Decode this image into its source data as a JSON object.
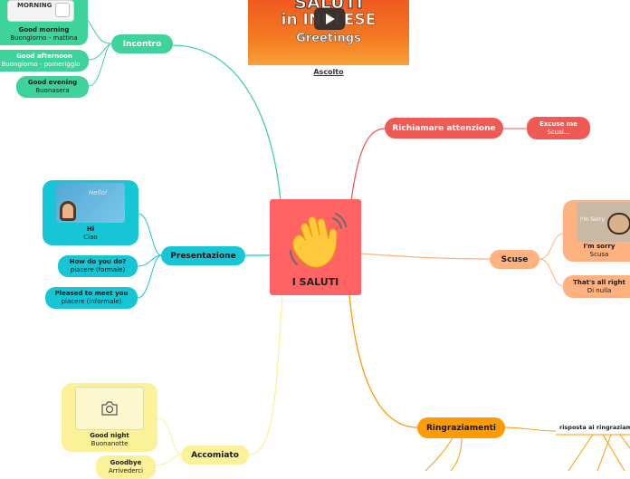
{
  "center": {
    "title": "I SALUTI",
    "icon": "waving-hand-icon"
  },
  "video": {
    "title_line1": "SALUTI",
    "title_line2": "in INGLESE",
    "title_line3": "Greetings",
    "caption": "Ascolto"
  },
  "branches": {
    "incontro": {
      "label": "Incontro",
      "items": [
        {
          "en": "Good morning",
          "it": "Buongiorno - mattina",
          "image_text": "MORNING"
        },
        {
          "en": "Good afternoon",
          "it": "Buongiorno - pomeriggio"
        },
        {
          "en": "Good evening",
          "it": "Buonasera"
        }
      ]
    },
    "presentazione": {
      "label": "Presentazione",
      "items": [
        {
          "en": "Hi",
          "it": "Ciao",
          "image_text": "Hello!"
        },
        {
          "en": "How do you do?",
          "it": "piacere (formale)"
        },
        {
          "en": "Pleased to meet you",
          "it": "piacere (informale)"
        }
      ]
    },
    "accomiato": {
      "label": "Accomiato",
      "items": [
        {
          "en": "Good night",
          "it": "Buonanotte",
          "icon": "camera-icon"
        },
        {
          "en": "Goodbye",
          "it": "Arrivederci"
        }
      ]
    },
    "richiamare": {
      "label": "Richiamare attenzione",
      "items": [
        {
          "en": "Excuse me",
          "it": "Scusi..."
        }
      ]
    },
    "scuse": {
      "label": "Scuse",
      "items": [
        {
          "en": "I'm sorry",
          "it": "Scusa",
          "image_text": "I'm Sorry"
        },
        {
          "en": "That's all right",
          "it": "Di nulla"
        }
      ]
    },
    "ringraziamenti": {
      "label": "Ringraziamenti",
      "items": [
        {
          "en": "risposta ai ringraziamenti"
        }
      ]
    }
  },
  "colors": {
    "incontro": "#3fd39c",
    "presentazione": "#16c6d4",
    "accomiato": "#fbf199",
    "richiamare": "#ef5a54",
    "scuse": "#ffb27f",
    "ringraziamenti": "#ff9a00"
  }
}
